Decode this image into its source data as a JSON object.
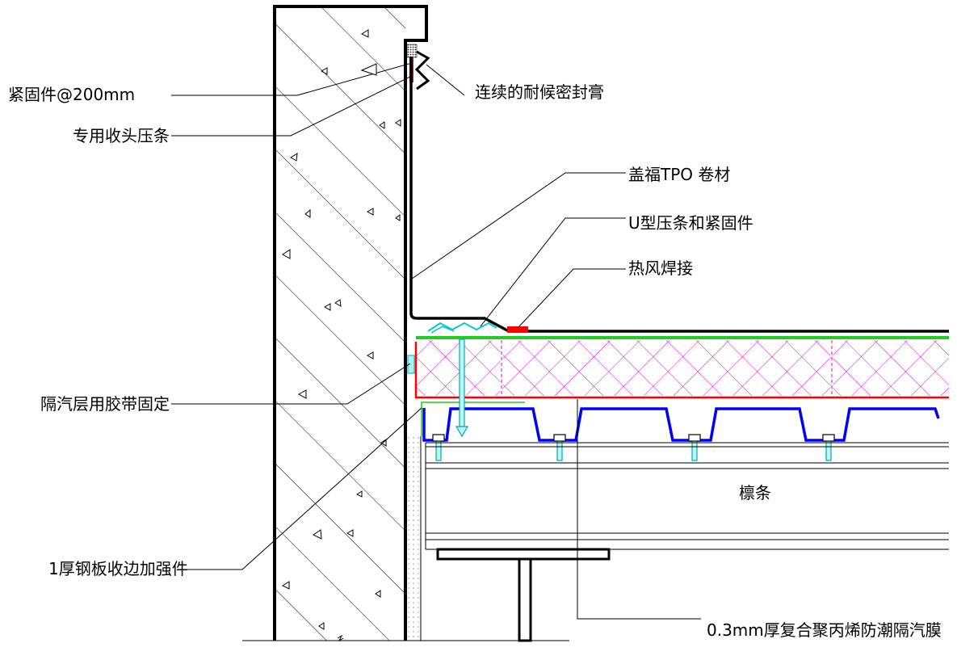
{
  "labels": {
    "fastener": "紧固件@200mm",
    "termination_bar": "专用收头压条",
    "sealant": "连续的耐候密封膏",
    "tpo": "盖福TPO 卷材",
    "u_bar": "U型压条和紧固件",
    "hot_air": "热风焊接",
    "vapor_tape": "隔汽层用胶带固定",
    "steel_edge": "1厚钢板收边加强件",
    "purlin": "檩条",
    "vapor_membrane": "0.3mm厚复合聚丙烯防潮隔汽膜"
  },
  "colors": {
    "wall_hatch": "#000000",
    "tpo_membrane": "#000000",
    "protection_layer": "#22cc22",
    "insulation_hatch": "#e000e0",
    "vapor_barrier": "#ff0000",
    "deck": "#0000ff",
    "fasteners": "#00cccc",
    "sealant": "#ff0000"
  }
}
